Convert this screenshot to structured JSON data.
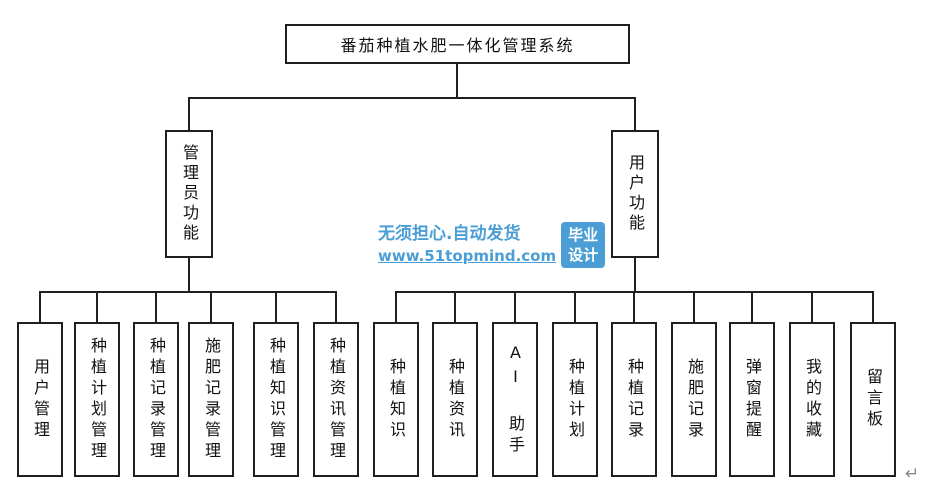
{
  "chart": {
    "root": "番茄种植水肥一体化管理系统",
    "branches": [
      {
        "label": "管理员功能",
        "children": [
          "用户管理",
          "种植计划管理",
          "种植记录管理",
          "施肥记录管理",
          "种植知识管理",
          "种植资讯管理"
        ]
      },
      {
        "label": "用户功能",
        "children": [
          "种植知识",
          "种植资讯",
          "AI 助手",
          "种植计划",
          "种植记录",
          "施肥记录",
          "弹窗提醒",
          "我的收藏",
          "留言板"
        ]
      }
    ]
  },
  "watermark": {
    "slogan": "无须担心.自动发货",
    "url": "www.51topmind.com",
    "badge_line1": "毕业",
    "badge_line2": "设计",
    "accent_color": "#4a9ed5"
  },
  "editor": {
    "paragraph_mark": "↵"
  }
}
